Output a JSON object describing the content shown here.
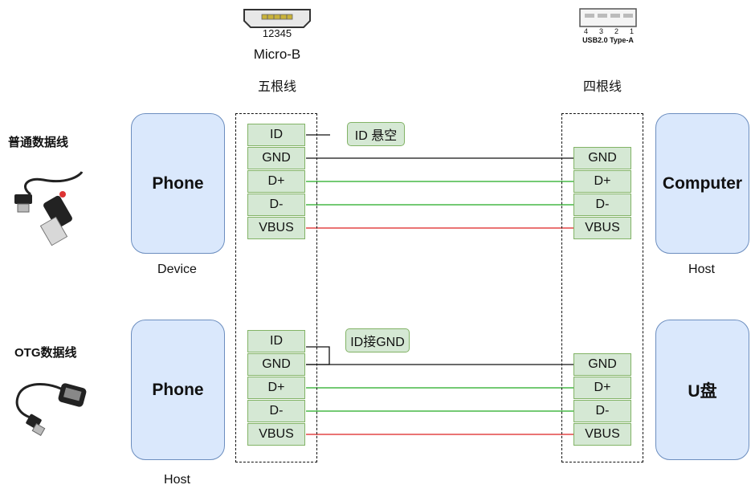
{
  "left_connector": {
    "pin_numbers": "12345",
    "name": "Micro-B",
    "wires": "五根线"
  },
  "right_connector": {
    "pin_numbers": [
      "4",
      "3",
      "2",
      "1"
    ],
    "name": "USB2.0 Type-A",
    "wires": "四根线"
  },
  "rows": [
    {
      "cable_title": "普通数据线",
      "left_device": "Phone",
      "left_role": "Device",
      "right_device": "Computer",
      "right_role": "Host",
      "left_pins": [
        "ID",
        "GND",
        "D+",
        "D-",
        "VBUS"
      ],
      "right_pins": [
        "GND",
        "D+",
        "D-",
        "VBUS"
      ],
      "id_note": "ID 悬空"
    },
    {
      "cable_title": "OTG数据线",
      "left_device": "Phone",
      "left_role": "Host",
      "right_device": "U盘",
      "left_pins": [
        "ID",
        "GND",
        "D+",
        "D-",
        "VBUS"
      ],
      "right_pins": [
        "GND",
        "D+",
        "D-",
        "VBUS"
      ],
      "id_note": "ID接GND"
    }
  ],
  "colors": {
    "gnd": "#111111",
    "data": "#22aa22",
    "vbus": "#dd2222",
    "device_fill": "#dae8fc",
    "pin_fill": "#d5e8d4"
  }
}
